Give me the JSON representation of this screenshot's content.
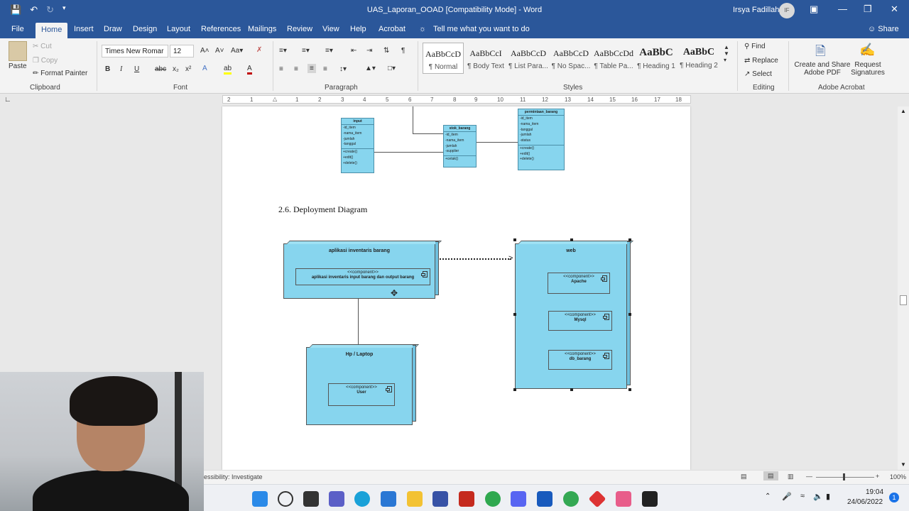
{
  "window": {
    "title": "UAS_Laporan_OOAD [Compatibility Mode]  -  Word",
    "user": "Irsya Fadillah",
    "user_initials": "IF"
  },
  "tabs": [
    "File",
    "Home",
    "Insert",
    "Draw",
    "Design",
    "Layout",
    "References",
    "Mailings",
    "Review",
    "View",
    "Help",
    "Acrobat"
  ],
  "tell_me": "Tell me what you want to do",
  "share": "Share",
  "clipboard": {
    "paste": "Paste",
    "cut": "Cut",
    "copy": "Copy",
    "format_painter": "Format Painter",
    "label": "Clipboard"
  },
  "font": {
    "name": "Times New Romar",
    "size": "12",
    "label": "Font"
  },
  "paragraph": {
    "label": "Paragraph"
  },
  "styles": {
    "label": "Styles",
    "items": [
      {
        "sample": "AaBbCcD",
        "name": "¶ Normal"
      },
      {
        "sample": "AaBbCcI",
        "name": "¶ Body Text"
      },
      {
        "sample": "AaBbCcD",
        "name": "¶ List Para..."
      },
      {
        "sample": "AaBbCcD",
        "name": "¶ No Spac..."
      },
      {
        "sample": "AaBbCcDd",
        "name": "¶ Table Pa..."
      },
      {
        "sample": "AaBbC",
        "name": "¶ Heading 1"
      },
      {
        "sample": "AaBbC",
        "name": "¶ Heading 2"
      }
    ]
  },
  "editing": {
    "find": "Find",
    "replace": "Replace",
    "select": "Select",
    "label": "Editing"
  },
  "acrobat": {
    "create": "Create and Share Adobe PDF",
    "request": "Request Signatures",
    "label": "Adobe Acrobat"
  },
  "ruler": [
    "2",
    "1",
    "1",
    "2",
    "3",
    "4",
    "5",
    "6",
    "7",
    "8",
    "9",
    "10",
    "11",
    "12",
    "13",
    "14",
    "15",
    "16",
    "17",
    "18"
  ],
  "class_diagram": {
    "input": {
      "title": "input",
      "attrs": [
        "-id_item",
        "-nama_item",
        "-jumlah",
        "-tanggal"
      ],
      "ops": [
        "+create()",
        "+edit()",
        "+delete()"
      ]
    },
    "stok": {
      "title": "stok_barang",
      "attrs": [
        "-id_item",
        "-nama_item",
        "-jumlah",
        "-supplier"
      ],
      "ops": [
        "+cetak()"
      ]
    },
    "permintaan": {
      "title": "permintaan_barang",
      "attrs": [
        "-id_item",
        "-nama_item",
        "-tanggal",
        "-jumlah",
        "-status"
      ],
      "ops": [
        "+create()",
        "+edit()",
        "+delete()"
      ]
    }
  },
  "section_heading": "2.6.  Deployment Diagram",
  "deployment": {
    "app_node": "aplikasi inventaris barang",
    "app_comp": {
      "stereo": "<<component>>",
      "name": "aplikasi inventaris input barang dan output barang"
    },
    "web_node": "web",
    "web_comps": [
      {
        "stereo": "<<component>>",
        "name": "Apache"
      },
      {
        "stereo": "<<component>>",
        "name": "Mysql"
      },
      {
        "stereo": "<<component>>",
        "name": "db_barang"
      }
    ],
    "hp_node": "Hp / Laptop",
    "hp_comp": {
      "stereo": "<<component>>",
      "name": "User"
    }
  },
  "status": {
    "accessibility": "essibility: Investigate",
    "zoom": "100%"
  },
  "clock": {
    "time": "19:04",
    "date": "24/06/2022",
    "notif": "1"
  },
  "colors": {
    "accent": "#2b579a",
    "diagram_fill": "#87d5ee"
  }
}
